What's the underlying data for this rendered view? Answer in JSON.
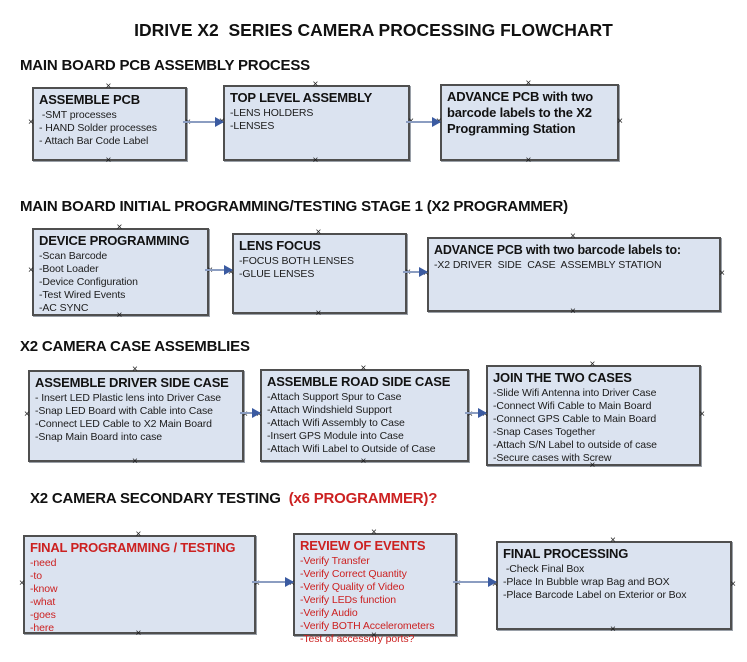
{
  "title": "IDRIVE X2  SERIES CAMERA PROCESSING FLOWCHART",
  "icons": {
    "connector_marker": "×",
    "arrow": "right-arrow"
  },
  "colors": {
    "box_fill": "#dbe3f0",
    "box_border": "#4f4f4f",
    "arrow_line": "#8b9dc1",
    "arrow_head": "#3b5ba1",
    "red_text": "#cc2121",
    "black_text": "#121212"
  },
  "sections": [
    {
      "header": "MAIN BOARD PCB ASSEMBLY PROCESS",
      "boxes": [
        {
          "title": "ASSEMBLE PCB",
          "items": [
            " -SMT processes",
            "- HAND Solder processes",
            "- Attach Bar Code Label"
          ]
        },
        {
          "title": "TOP LEVEL ASSEMBLY",
          "items": [
            "-LENS HOLDERS",
            "-LENSES"
          ]
        },
        {
          "title": "ADVANCE PCB with two barcode labels to the X2 Programming Station",
          "items": []
        }
      ]
    },
    {
      "header": "MAIN BOARD INITIAL PROGRAMMING/TESTING STAGE 1 (X2 PROGRAMMER)",
      "boxes": [
        {
          "title": "DEVICE PROGRAMMING",
          "items": [
            "-Scan Barcode",
            "-Boot Loader",
            "-Device Configuration",
            "-Test Wired Events",
            "-AC SYNC"
          ]
        },
        {
          "title": "LENS FOCUS",
          "items": [
            "-FOCUS BOTH LENSES",
            "-GLUE LENSES"
          ]
        },
        {
          "title": "ADVANCE PCB with two barcode labels to:",
          "items": [
            "-X2 DRIVER  SIDE  CASE  ASSEMBLY STATION"
          ]
        }
      ]
    },
    {
      "header": "X2 CAMERA CASE ASSEMBLIES",
      "boxes": [
        {
          "title": "ASSEMBLE DRIVER SIDE CASE",
          "items": [
            "- Insert LED Plastic lens into Driver Case",
            "-Snap LED Board with Cable into Case",
            "-Connect LED Cable to X2 Main Board",
            "-Snap Main Board into case"
          ]
        },
        {
          "title": "ASSEMBLE ROAD SIDE CASE",
          "items": [
            "-Attach Support Spur to Case",
            "-Attach Windshield Support",
            "-Attach Wifi Assembly to Case",
            "-Insert GPS Module into Case",
            "-Attach Wifi Label to Outside of Case"
          ]
        },
        {
          "title": "JOIN THE TWO CASES",
          "items": [
            "-Slide Wifi Antenna into Driver Case",
            "-Connect Wifi Cable to Main Board",
            "-Connect GPS Cable to Main Board",
            "-Snap Cases Together",
            "-Attach S/N Label to outside of case",
            "-Secure cases with Screw"
          ]
        }
      ]
    },
    {
      "header": "X2 CAMERA SECONDARY TESTING  ",
      "header_red": "(x6 PROGRAMMER)?",
      "boxes": [
        {
          "title": "FINAL PROGRAMMING / TESTING",
          "items": [
            "-need",
            "-to",
            "-know",
            "-what",
            "-goes",
            "-here"
          ]
        },
        {
          "title": "REVIEW OF EVENTS",
          "items": [
            "-Verify Transfer",
            "-Verify Correct Quantity",
            "-Verify Quality of Video",
            "-Verify LEDs function",
            "-Verify Audio",
            "-Verify BOTH Accelerometers",
            "-Test of accessory ports?"
          ]
        },
        {
          "title": "FINAL PROCESSING",
          "items": [
            " -Check Final Box",
            "-Place In Bubble wrap Bag and BOX",
            "-Place Barcode Label on Exterior or Box"
          ]
        }
      ]
    }
  ]
}
